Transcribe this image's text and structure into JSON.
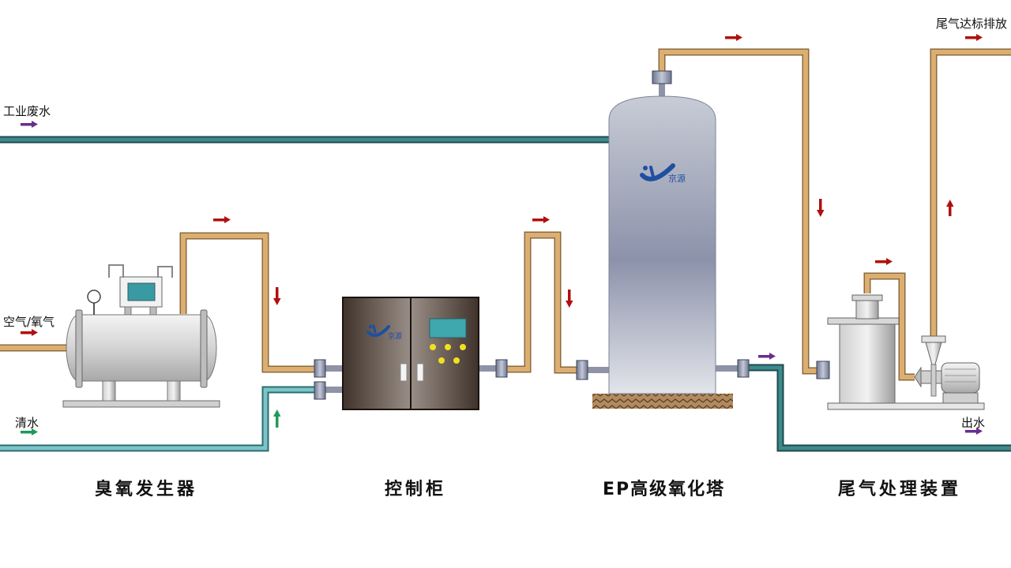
{
  "labels": {
    "industrial_wastewater": "工业废水",
    "air_oxygen": "空气/氧气",
    "clean_water": "清水",
    "exhaust_discharge": "尾气达标排放",
    "water_out": "出水"
  },
  "captions": {
    "ozone_generator": "臭氧发生器",
    "control_cabinet": "控制柜",
    "ep_tower": "EP高级氧化塔",
    "exhaust_treatment": "尾气处理装置"
  },
  "logo": {
    "tower": "京源",
    "cabinet": "京源"
  },
  "colors": {
    "gas_pipe": "#dcae72",
    "water_pipe": "#2f7a7c",
    "flow_arrow_red": "#b01010",
    "flow_arrow_purple": "#6a2c8e",
    "flow_arrow_green": "#1f9a5a",
    "logo_blue": "#1f4fa0"
  }
}
